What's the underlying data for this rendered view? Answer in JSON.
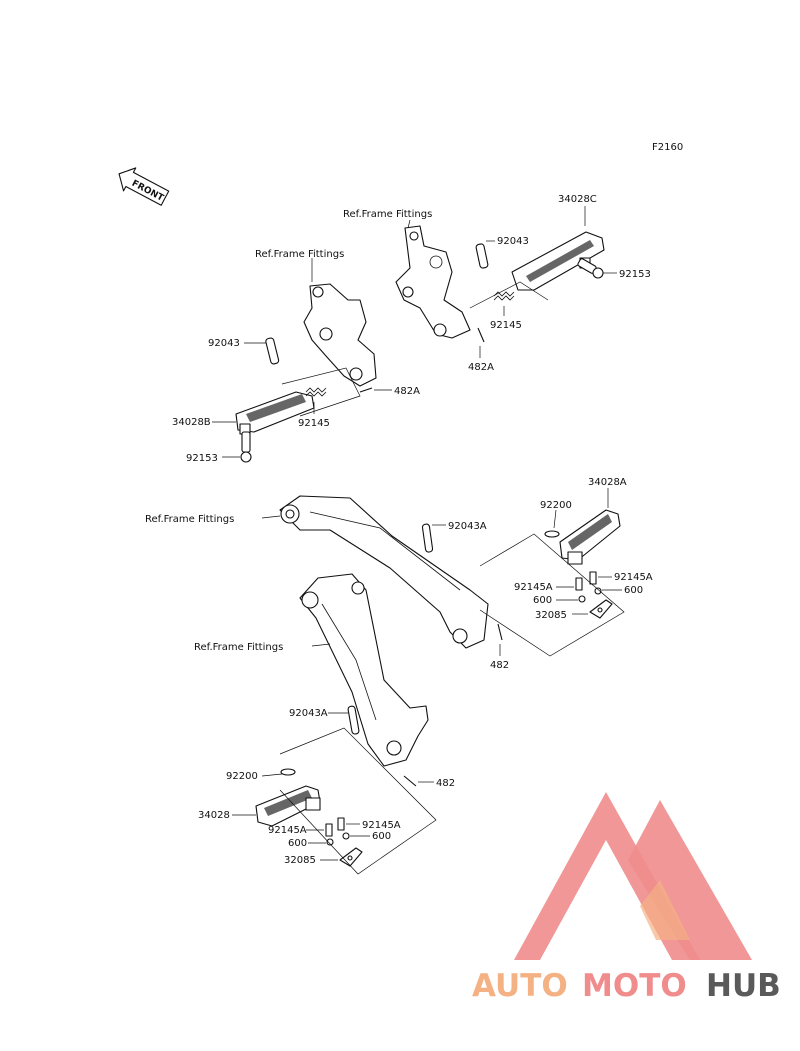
{
  "figure_code": "F2160",
  "front_label": "FRONT",
  "ref_label": "Ref.Frame Fittings",
  "callouts": {
    "c_34028C": "34028C",
    "c_92043_r": "92043",
    "c_92153_r": "92153",
    "c_92145_r": "92145",
    "c_482A_r": "482A",
    "c_92043_l": "92043",
    "c_482A_l": "482A",
    "c_34028B": "34028B",
    "c_92145_l": "92145",
    "c_92153_l": "92153",
    "c_34028A": "34028A",
    "c_92200_r": "92200",
    "c_92043A_r": "92043A",
    "c_92145A_r1": "92145A",
    "c_92145A_r2": "92145A",
    "c_600_r1": "600",
    "c_600_r2": "600",
    "c_32085_r": "32085",
    "c_482_r": "482",
    "c_92043A_l": "92043A",
    "c_92200_l": "92200",
    "c_482_l": "482",
    "c_34028": "34028",
    "c_92145A_l1": "92145A",
    "c_92145A_l2": "92145A",
    "c_600_l1": "600",
    "c_600_l2": "600",
    "c_32085_l": "32085"
  },
  "watermark": {
    "part1": "AUTO",
    "part2": "MOTO",
    "part3": "HUB",
    "color_light": "#f4b184",
    "color_main": "#f08c8c",
    "color_dark": "#5a5a5a"
  }
}
